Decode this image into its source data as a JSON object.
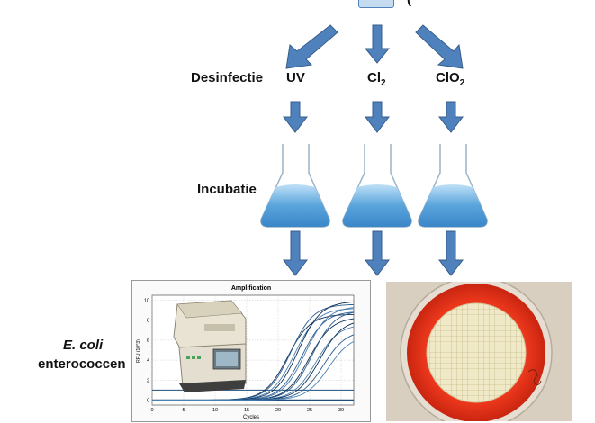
{
  "top_box": {
    "text": "("
  },
  "steps": {
    "disinfection": "Desinfectie",
    "incubation": "Incubatie"
  },
  "treatments": {
    "uv": "UV",
    "cl2_base": "Cl",
    "cl2_sub": "2",
    "clo2_base": "ClO",
    "clo2_sub": "2"
  },
  "organisms": {
    "ecoli": "E. coli",
    "enterococci": "enterococcen"
  },
  "chart": {
    "title": "Amplification",
    "xlabel": "Cycles",
    "ylabel": "RFU (10^3)",
    "x_ticks": [
      "0",
      "5",
      "10",
      "15",
      "20",
      "25",
      "30"
    ],
    "y_ticks": [
      "0",
      "2",
      "4",
      "6",
      "8",
      "10"
    ]
  },
  "chart_data": {
    "type": "line",
    "title": "Amplification",
    "xlabel": "Cycles",
    "ylabel": "RFU (10^3)",
    "xlim": [
      0,
      32
    ],
    "ylim": [
      -0.5,
      10.5
    ],
    "threshold": 1.0,
    "grid": true,
    "series": [
      {
        "ct": 16.5,
        "max": 8.6
      },
      {
        "ct": 17.0,
        "max": 9.6
      },
      {
        "ct": 17.6,
        "max": 9.2
      },
      {
        "ct": 18.2,
        "max": 9.9
      },
      {
        "ct": 18.8,
        "max": 8.9
      },
      {
        "ct": 19.3,
        "max": 9.4
      },
      {
        "ct": 19.9,
        "max": 8.3
      },
      {
        "ct": 20.4,
        "max": 9.0
      },
      {
        "ct": 21.0,
        "max": 7.6
      },
      {
        "ct": 21.6,
        "max": 8.1
      },
      {
        "ct": 22.2,
        "max": 7.0
      },
      {
        "ct": 23.0,
        "max": 6.5
      }
    ]
  },
  "colors": {
    "arrow": "#4f81bd",
    "flask_liquid": "#5aa4dc",
    "plate_red": "#e8311c",
    "plate_bg": "#d8cfc0"
  }
}
